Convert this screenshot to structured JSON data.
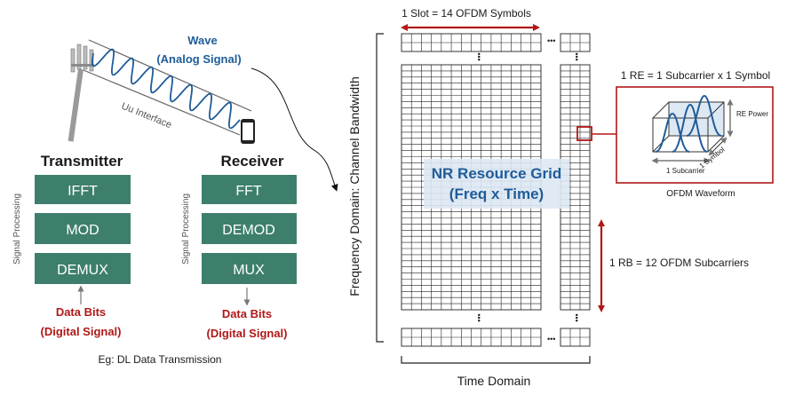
{
  "wave": {
    "line1": "Wave",
    "line2": "(Analog Signal)",
    "uu_label": "Uu Interface"
  },
  "transmitter": {
    "title": "Transmitter",
    "side_label": "Signal Processing",
    "blocks": [
      "IFFT",
      "MOD",
      "DEMUX"
    ],
    "bits_line1": "Data Bits",
    "bits_line2": "(Digital Signal)"
  },
  "receiver": {
    "title": "Receiver",
    "side_label": "Signal Processing",
    "blocks": [
      "FFT",
      "DEMOD",
      "MUX"
    ],
    "bits_line1": "Data Bits",
    "bits_line2": "(Digital Signal)"
  },
  "caption": "Eg: DL Data Transmission",
  "grid": {
    "slot_label": "1 Slot = 14 OFDM Symbols",
    "freq_label": "Frequency Domain: Channel Bandwidth",
    "time_label": "Time Domain",
    "title_line1": "NR Resource Grid",
    "title_line2": "(Freq x Time)",
    "rb_label": "1 RB = 12 OFDM Subcarriers",
    "dots": "•••"
  },
  "re_box": {
    "title": "1 RE = 1 Subcarrier x 1 Symbol",
    "power_label": "RE Power",
    "subcarrier_label": "1 Subcarrier",
    "symbol_label": "1 Symbol",
    "caption": "OFDM Waveform"
  },
  "colors": {
    "block_fill": "#3d7f6c",
    "blue_text": "#1f5c99",
    "red": "#b01818",
    "wave": "#1f5c99",
    "title_bg": "#dde8f3"
  }
}
